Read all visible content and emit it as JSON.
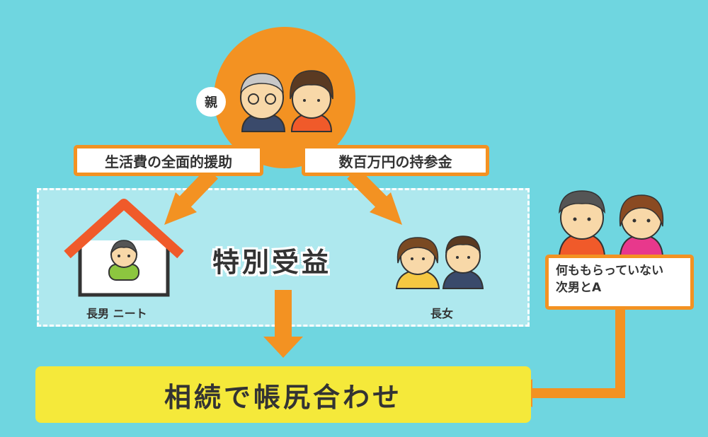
{
  "parents": {
    "badge": "親"
  },
  "labels": {
    "support": "生活費の全面的援助",
    "money": "数百万円の持参金",
    "special_benefit": "特別受益",
    "eldest_son": "長男 ニート",
    "eldest_daughter": "長女",
    "others_line1": "何ももらっていない",
    "others_line2": "次男とA",
    "result": "相続で帳尻合わせ"
  },
  "colors": {
    "background": "#6fd6e0",
    "orange": "#f39222",
    "benefit_area": "#aee8ee",
    "result_bar": "#f5e93a",
    "roof": "#f05a2a"
  }
}
